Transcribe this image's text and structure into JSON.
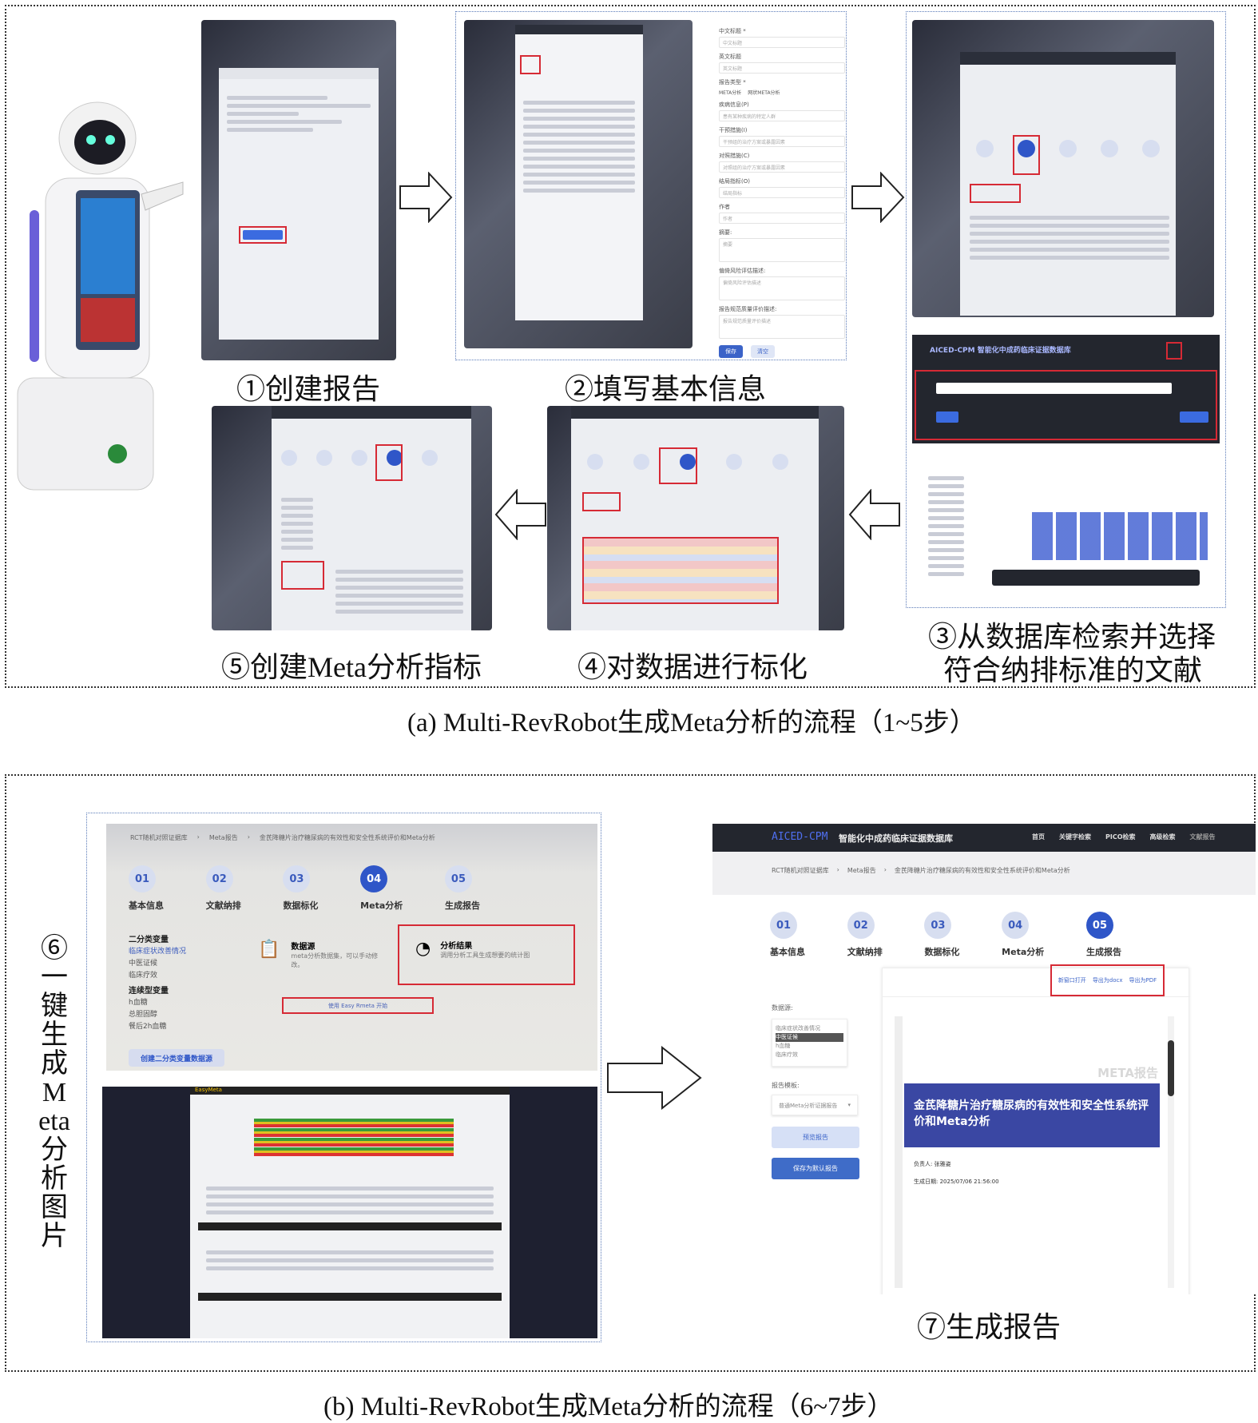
{
  "panel_a": {
    "caption": "(a) Multi-RevRobot生成Meta分析的流程（1~5步）",
    "step_labels": {
      "s1": "①创建报告",
      "s2": "②填写基本信息",
      "s3_line1": "③从数据库检索并选择",
      "s3_line2": "符合纳排标准的文献",
      "s4": "④对数据进行标化",
      "s5": "⑤创建Meta分析指标"
    },
    "form": {
      "fields": [
        {
          "label": "中文标题 *",
          "placeholder": "中文标题"
        },
        {
          "label": "英文标题",
          "placeholder": "英文标题"
        },
        {
          "label": "疾病信息(P)",
          "placeholder": "患有某种疾病的特定人群"
        },
        {
          "label": "干预措施(I)",
          "placeholder": "干预组的治疗方案或暴露因素"
        },
        {
          "label": "对照措施(C)",
          "placeholder": "对照组的治疗方案或暴露因素"
        },
        {
          "label": "结局指标(O)",
          "placeholder": "结局指标"
        },
        {
          "label": "作者",
          "placeholder": "作者"
        },
        {
          "label": "摘要:",
          "placeholder": "摘要"
        },
        {
          "label": "偏倚风险评估描述:",
          "placeholder": "偏倚风险评估描述"
        },
        {
          "label": "报告规范质量评价描述:",
          "placeholder": "报告规范质量评价描述"
        }
      ],
      "report_type_label": "报告类型 *",
      "report_types": [
        "META分析",
        "网状META分析"
      ],
      "save": "保存",
      "clear": "清空"
    },
    "db_header": "AICED-CPM 智能化中成药临床证据数据库"
  },
  "panel_b": {
    "caption": "(b) Multi-RevRobot生成Meta分析的流程（6~7步）",
    "step6_label": "⑥一键生成Meta分析图片",
    "step7_label": "⑦生成报告",
    "steps": [
      {
        "num": "01",
        "label": "基本信息"
      },
      {
        "num": "02",
        "label": "文献纳排"
      },
      {
        "num": "03",
        "label": "数据标化"
      },
      {
        "num": "04",
        "label": "Meta分析"
      },
      {
        "num": "05",
        "label": "生成报告"
      }
    ],
    "breadcrumb": [
      "RCT随机对照证据库",
      "Meta报告",
      "金芪降糖片治疗糖尿病的有效性和安全性系统评价和Meta分析"
    ],
    "meta_page": {
      "binary_title": "二分类变量",
      "binary_items": [
        "临床症状改善情况",
        "中医证候",
        "临床疗效"
      ],
      "continuous_title": "连续型变量",
      "continuous_items": [
        "h血糖",
        "总胆固醇",
        "餐后2h血糖"
      ],
      "create_button": "创建二分类变量数据源",
      "datasource_title": "数据源",
      "datasource_desc": "meta分析数据集，可以手动修改。",
      "result_title": "分析结果",
      "result_desc": "调用分析工具生成想要的统计图",
      "easy_rmeta": "使用 Easy Rmeta 开始",
      "easymeta_brand": "EasyMeta"
    },
    "report_page": {
      "header_brand": "AICED-CPM",
      "header_title": "智能化中成药临床证据数据库",
      "nav": [
        "首页",
        "关键字检索",
        "PICO检索",
        "高级检索",
        "文献报告"
      ],
      "datasource_label": "数据源:",
      "datasource_items": [
        "临床症状改善情况",
        "中医证候",
        "h血糖",
        "临床疗效"
      ],
      "selected_index": 1,
      "template_label": "报告模板:",
      "template_value": "普通Meta分析证据报告",
      "preview_button": "预览报告",
      "save_default_button": "保存为默认报告",
      "actions": [
        "新窗口打开",
        "导出为docx",
        "导出为PDF"
      ],
      "watermark": "META报告",
      "report_title": "金芪降糖片治疗糖尿病的有效性和安全性系统评价和Meta分析",
      "owner": "负责人: 张雅姿",
      "date": "生成日期: 2025/07/06 21:56:00"
    }
  },
  "colors": {
    "accent_blue": "#2f56c8",
    "report_banner": "#3a47a3",
    "highlight_red": "#d62a35",
    "header_dark": "#23262e"
  }
}
